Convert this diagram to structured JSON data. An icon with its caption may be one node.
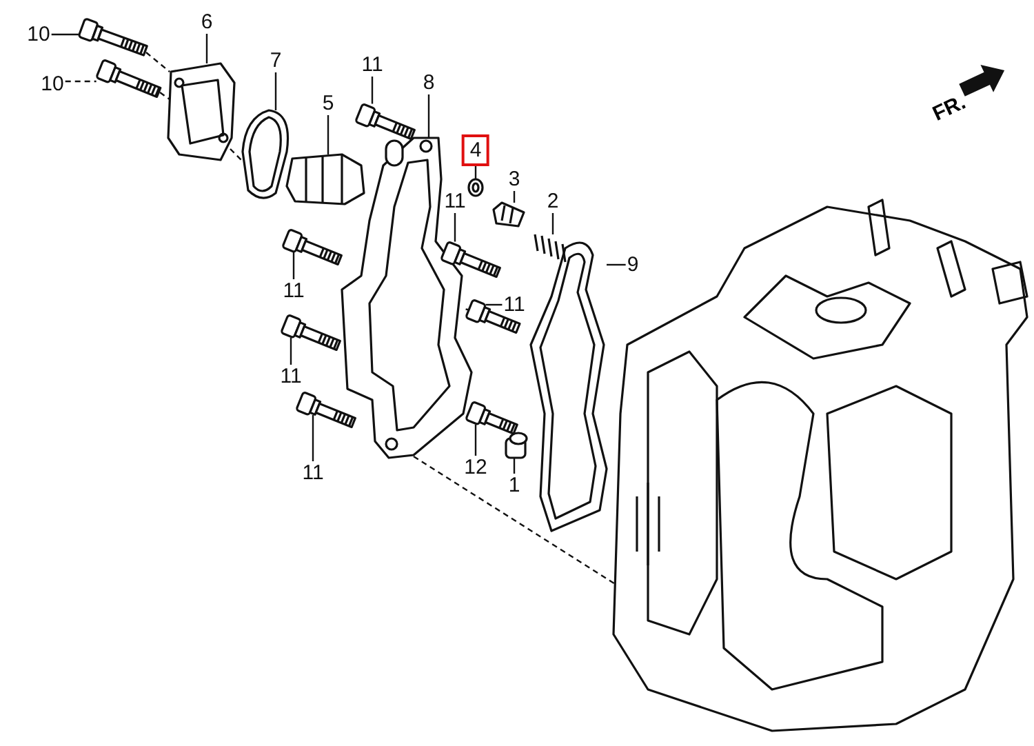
{
  "diagram": {
    "nodes": [
      {
        "text": [
          "6"
        ]
      },
      {
        "text": [
          "10"
        ]
      },
      {
        "text": [
          "7"
        ]
      },
      {
        "text": [
          "11"
        ]
      },
      {
        "text": [
          "8"
        ]
      },
      {
        "text": [
          "10"
        ]
      },
      {
        "text": [
          "5"
        ]
      },
      {
        "text": [
          "4"
        ]
      },
      {
        "text": [
          "3"
        ]
      },
      {
        "text": [
          "2"
        ]
      },
      {
        "text": [
          "11"
        ]
      },
      {
        "text": [
          "9"
        ]
      },
      {
        "text": [
          "11"
        ]
      },
      {
        "text": [
          "11"
        ]
      },
      {
        "text": [
          "11"
        ]
      },
      {
        "text": [
          "12"
        ]
      },
      {
        "text": [
          "11"
        ]
      },
      {
        "text": [
          "1"
        ]
      },
      {
        "text": [],
        "shape": "picture"
      },
      {
        "text": [],
        "shape": "picture"
      },
      {
        "text": [],
        "shape": "picture"
      },
      {
        "text": [],
        "shape": "picture"
      },
      {
        "text": [],
        "shape": "picture"
      },
      {
        "text": [],
        "shape": "picture"
      },
      {
        "text": [],
        "shape": "picture"
      },
      {
        "text": [],
        "shape": "picture"
      },
      {
        "text": [],
        "shape": "picture"
      },
      {
        "text": [],
        "shape": "picture"
      },
      {
        "text": [],
        "shape": "picture"
      },
      {
        "text": [],
        "shape": "picture"
      },
      {
        "text": [],
        "shape": "picture"
      },
      {
        "text": [],
        "shape": "picture"
      },
      {
        "text": [],
        "shape": "picture"
      },
      {
        "text": [],
        "shape": "picture"
      },
      {
        "text": [],
        "shape": "picture"
      },
      {
        "text": [],
        "shape": "picture"
      },
      {
        "text": [],
        "shape": "picture"
      }
    ],
    "edges": [
      {
        "from": 0,
        "to": 19,
        "arrow": "none"
      },
      {
        "from": 1,
        "to": 18,
        "arrow": "none"
      },
      {
        "from": 2,
        "to": 20,
        "arrow": "none"
      },
      {
        "from": 3,
        "to": 21,
        "arrow": "none"
      },
      {
        "from": 4,
        "to": 22,
        "arrow": "none"
      },
      {
        "from": 5,
        "to": 23,
        "arrow": "none",
        "style": "dashed"
      },
      {
        "from": 6,
        "to": 24,
        "arrow": "none"
      },
      {
        "from": 7,
        "to": 25,
        "arrow": "none"
      },
      {
        "from": 8,
        "to": 26,
        "arrow": "none"
      },
      {
        "from": 9,
        "to": 27,
        "arrow": "none"
      },
      {
        "from": 10,
        "to": 28,
        "arrow": "none"
      },
      {
        "from": 11,
        "to": 29,
        "arrow": "none"
      },
      {
        "from": 12,
        "to": 30,
        "arrow": "none"
      },
      {
        "from": 13,
        "to": 31,
        "arrow": "none"
      },
      {
        "from": 14,
        "to": 32,
        "arrow": "none"
      },
      {
        "from": 15,
        "to": 33,
        "arrow": "none"
      },
      {
        "from": 16,
        "to": 34,
        "arrow": "none"
      },
      {
        "from": 17,
        "to": 35,
        "arrow": "none"
      },
      {
        "from": 18,
        "to": 19,
        "arrow": "none",
        "style": "dashed"
      },
      {
        "from": 23,
        "to": 19,
        "arrow": "none",
        "style": "dashed"
      },
      {
        "from": 19,
        "to": 20,
        "arrow": "none",
        "style": "dashed"
      },
      {
        "from": 31,
        "to": 22,
        "arrow": "none",
        "style": "dashed"
      },
      {
        "from": 22,
        "to": 36,
        "arrow": "none",
        "style": "dashed"
      }
    ],
    "labels": [
      "FR."
    ]
  }
}
